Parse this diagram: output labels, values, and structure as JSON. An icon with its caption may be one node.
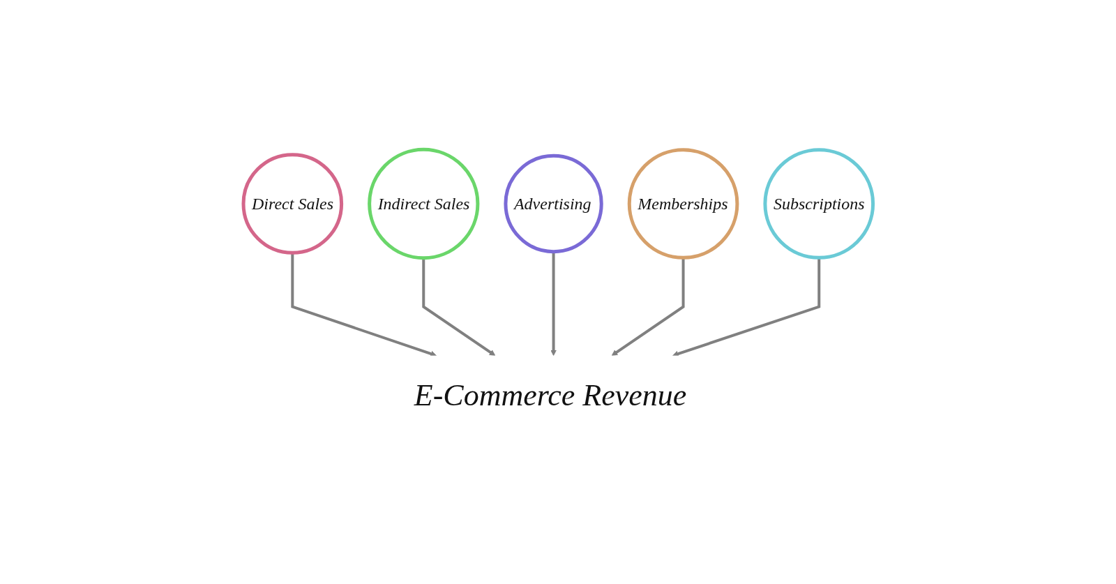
{
  "diagram": {
    "nodes": [
      {
        "text": [
          "Direct Sales"
        ]
      },
      {
        "text": [
          "Indirect Sales"
        ]
      },
      {
        "text": [
          "Advertising"
        ]
      },
      {
        "text": [
          "Memberships"
        ]
      },
      {
        "text": [
          "Subscriptions"
        ]
      },
      {
        "text": [
          "E-Commerce Revenue"
        ]
      }
    ],
    "edges": [
      {
        "from": 0,
        "to": 5,
        "arrow": "to"
      },
      {
        "from": 1,
        "to": 5,
        "arrow": "to"
      },
      {
        "from": 2,
        "to": 5,
        "arrow": "to"
      },
      {
        "from": 3,
        "to": 5,
        "arrow": "to"
      },
      {
        "from": 4,
        "to": 5,
        "arrow": "to"
      }
    ]
  }
}
